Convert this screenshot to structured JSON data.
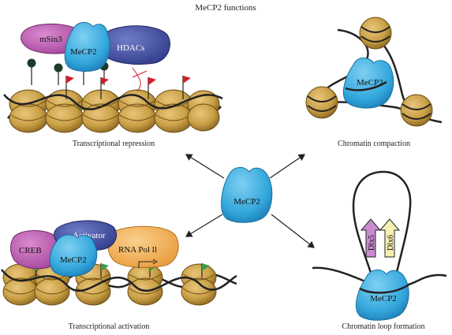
{
  "title": "MeCP2 functions",
  "center_label": "MeCP2",
  "repression": {
    "caption": "Transcriptional repression",
    "msin3": "mSin3",
    "mecp2": "MeCP2",
    "hdacs": "HDACs"
  },
  "compaction": {
    "caption": "Chromatin compaction",
    "mecp2": "MeCP2"
  },
  "activation": {
    "caption": "Transcriptional activation",
    "creb": "CREB",
    "activator": "Activator",
    "mecp2": "MeCP2",
    "rnapol": "RNA Pol ll"
  },
  "loop": {
    "caption": "Chromatin loop formation",
    "dlx5": "Dlx5",
    "dlx6": "Dlx6",
    "mecp2": "MeCP2"
  },
  "colors": {
    "mecp2": "#3aaee0",
    "mecp2_dark": "#1d7fb8",
    "nucleosome": "#c9a046",
    "nucleosome_dark": "#7a5a18",
    "msin3": "#c25fb3",
    "hdacs": "#3f4fa3",
    "activator": "#4f58b0",
    "rnapol": "#f3b35a",
    "creb": "#b758a8",
    "flag_red": "#d21f2b",
    "flag_green": "#3e9b4e",
    "methyl": "#1c3a26",
    "dlx5": "#c88bd0",
    "dlx6": "#f4f0b0"
  }
}
